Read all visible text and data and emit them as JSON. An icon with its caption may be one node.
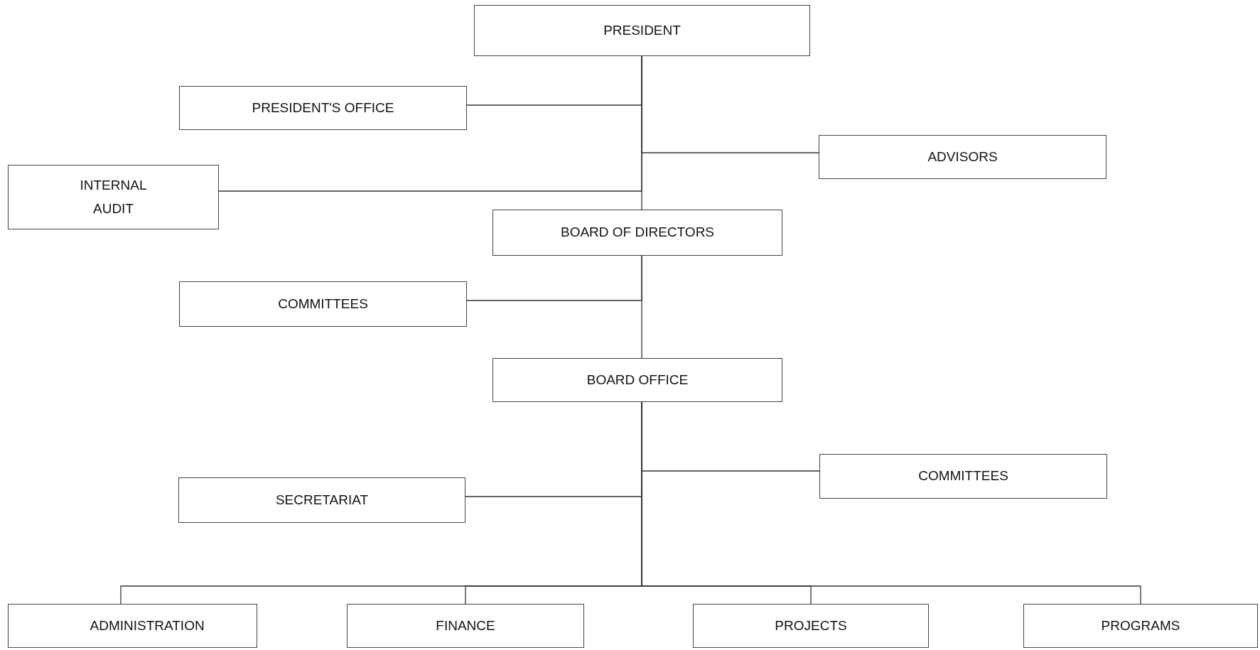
{
  "diagram": {
    "nodes": [
      {
        "text": [
          "PRESIDENT"
        ]
      },
      {
        "text": [
          "PRESIDENT'S OFFICE"
        ]
      },
      {
        "text": [
          "ADVISORS"
        ]
      },
      {
        "text": [
          "INTERNAL AUDIT"
        ]
      },
      {
        "text": [
          "BOARD OF DIRECTORS"
        ]
      },
      {
        "text": [
          "COMMITTEES"
        ]
      },
      {
        "text": [
          "BOARD OFFICE"
        ]
      },
      {
        "text": [
          "COMMITTEES"
        ]
      },
      {
        "text": [
          "SECRETARIAT"
        ]
      },
      {
        "text": [
          "ADMINISTRATION"
        ]
      },
      {
        "text": [
          "FINANCE"
        ]
      },
      {
        "text": [
          "PROJECTS"
        ]
      },
      {
        "text": [
          "PROGRAMS"
        ]
      }
    ],
    "edges": [
      {
        "from": 0,
        "to": 1,
        "arrow": "none"
      },
      {
        "from": 0,
        "to": 2,
        "arrow": "none"
      },
      {
        "from": 0,
        "to": 3,
        "arrow": "none"
      },
      {
        "from": 0,
        "to": 4,
        "arrow": "none"
      },
      {
        "from": 4,
        "to": 5,
        "arrow": "none"
      },
      {
        "from": 4,
        "to": 6,
        "arrow": "none"
      },
      {
        "from": 6,
        "to": 7,
        "arrow": "none"
      },
      {
        "from": 6,
        "to": 8,
        "arrow": "none"
      },
      {
        "from": 6,
        "to": 9,
        "arrow": "none"
      },
      {
        "from": 6,
        "to": 10,
        "arrow": "none"
      },
      {
        "from": 6,
        "to": 11,
        "arrow": "none"
      },
      {
        "from": 6,
        "to": 12,
        "arrow": "none"
      }
    ]
  }
}
